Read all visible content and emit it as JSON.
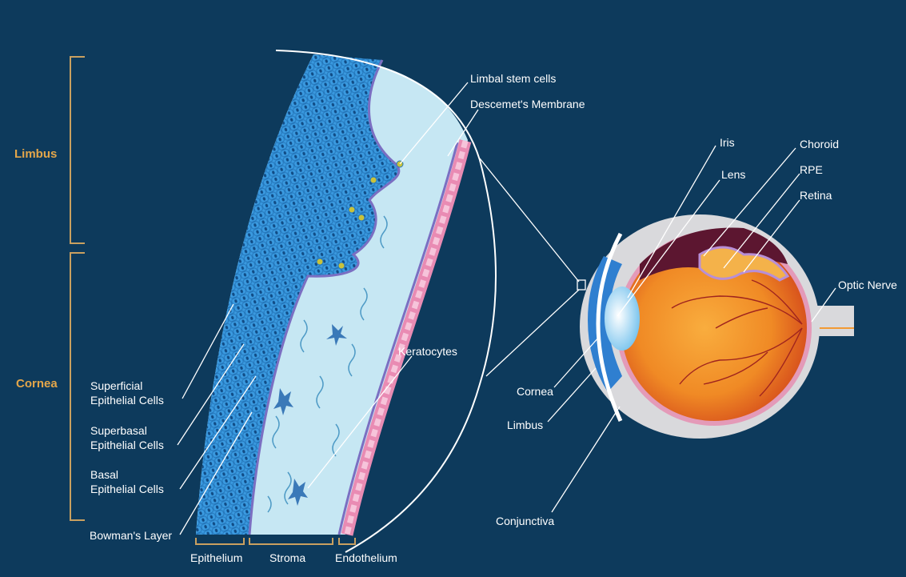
{
  "sections": {
    "limbus": "Limbus",
    "cornea": "Cornea"
  },
  "left_labels": {
    "superficial_1": "Superficial",
    "superficial_2": "Epithelial Cells",
    "superbasal_1": "Superbasal",
    "superbasal_2": "Epithelial Cells",
    "basal_1": "Basal",
    "basal_2": "Epithelial Cells",
    "bowman": "Bowman's Layer"
  },
  "bottom_labels": {
    "epithelium": "Epithelium",
    "stroma": "Stroma",
    "endothelium": "Endothelium"
  },
  "detail_labels": {
    "limbal_stem_cells": "Limbal stem cells",
    "descemet": "Descemet's Membrane",
    "keratocytes": "Keratocytes"
  },
  "eye_labels": {
    "iris": "Iris",
    "lens": "Lens",
    "choroid": "Choroid",
    "rpe": "RPE",
    "retina": "Retina",
    "optic_nerve": "Optic Nerve",
    "cornea": "Cornea",
    "limbus": "Limbus",
    "conjunctiva": "Conjunctiva"
  },
  "colors": {
    "background": "#0d3a5c",
    "epithelium": "#3a9ae0",
    "stroma": "#c6e7f3",
    "endothelium": "#e98bb3",
    "section_label": "#e3a64a",
    "retina": "#f29a34"
  }
}
